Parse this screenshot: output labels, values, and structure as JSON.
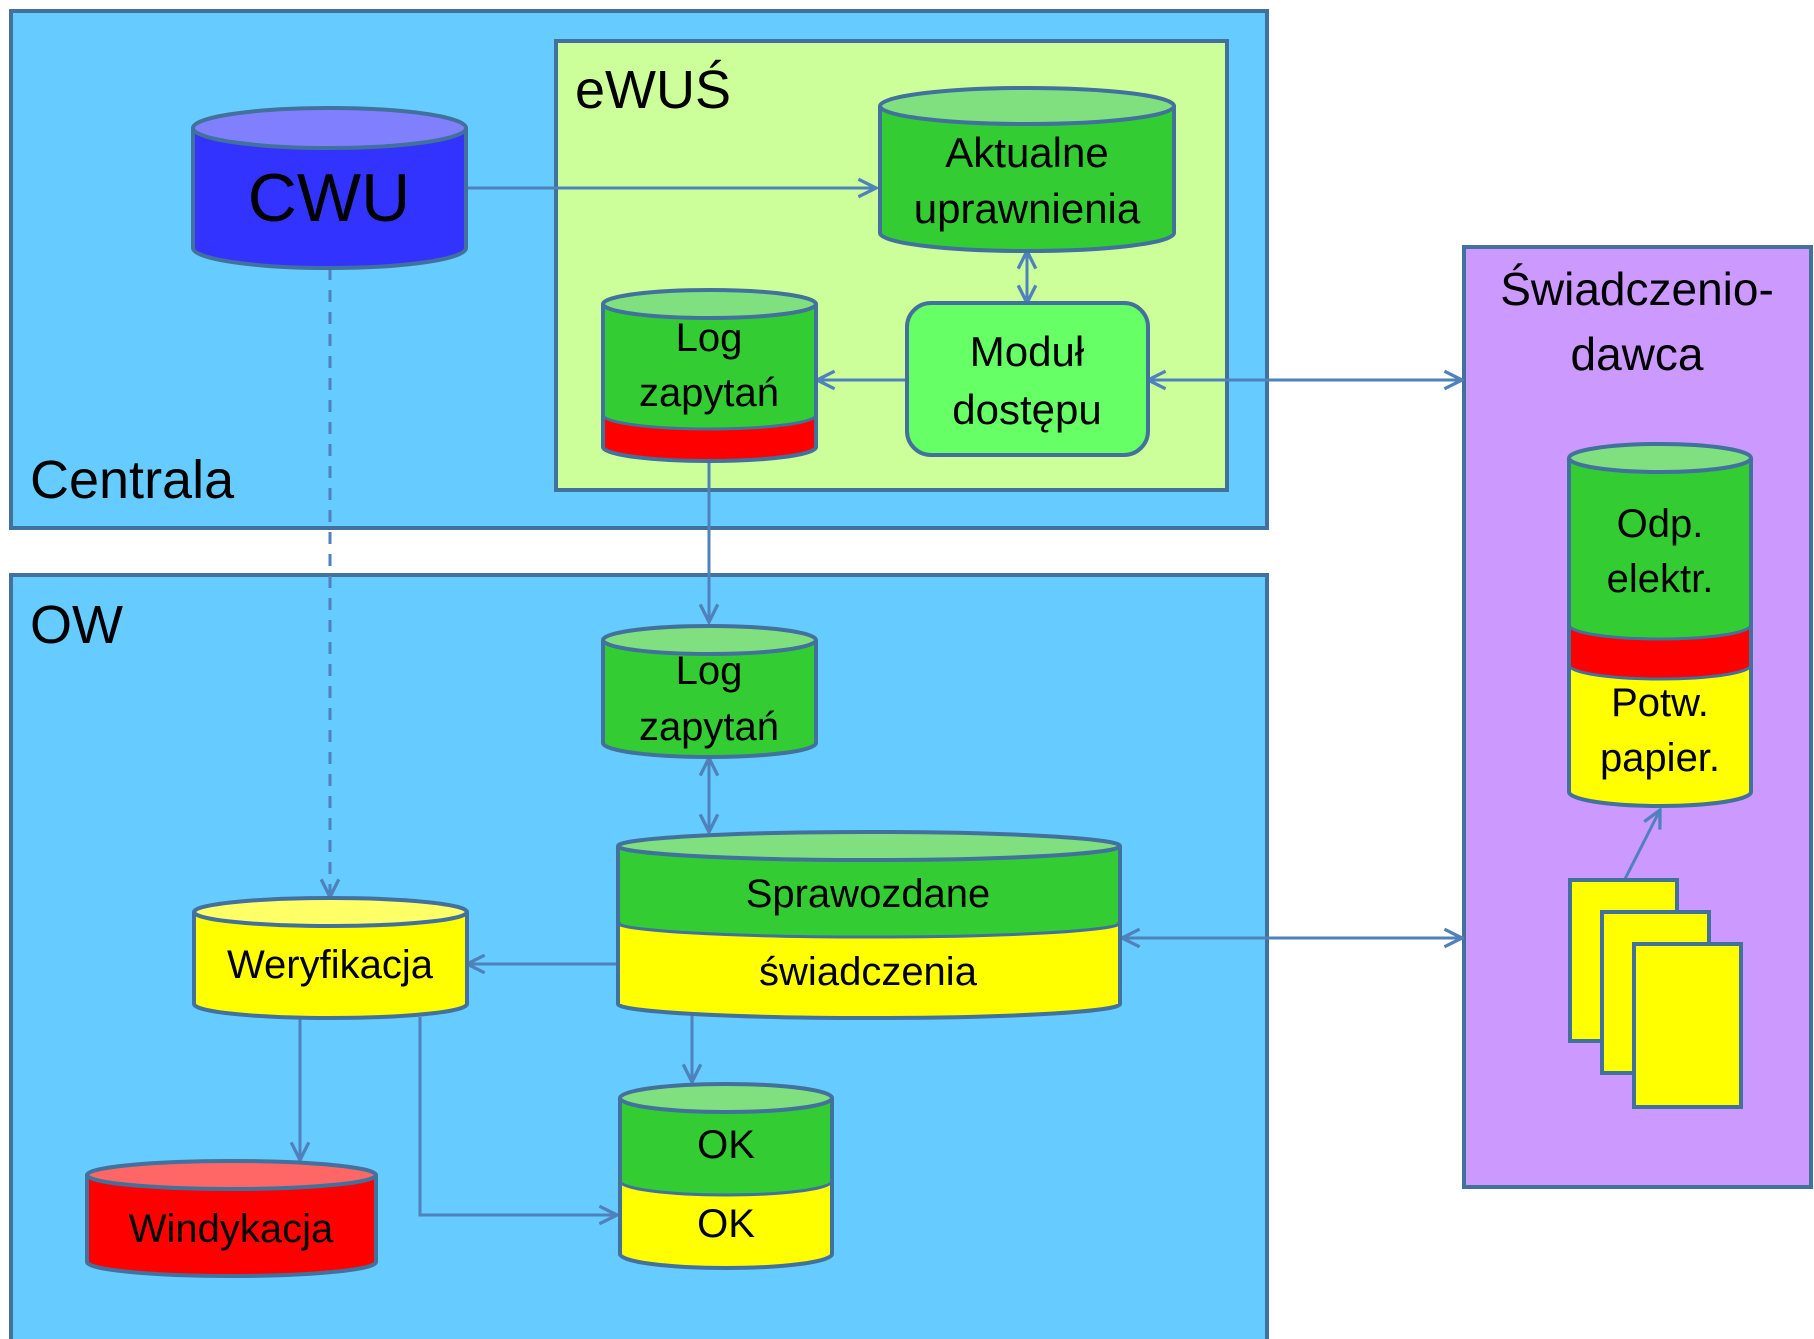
{
  "zones": {
    "centrala": {
      "label": "Centrala"
    },
    "ewus": {
      "label": "eWUŚ"
    },
    "ow": {
      "label": "OW"
    },
    "swiadczeniodawca": {
      "label_line1": "Świadczenio-",
      "label_line2": "dawca"
    }
  },
  "nodes": {
    "cwu": {
      "label": "CWU"
    },
    "aktualne": {
      "line1": "Aktualne",
      "line2": "uprawnienia"
    },
    "modul": {
      "line1": "Moduł",
      "line2": "dostępu"
    },
    "log_central": {
      "line1": "Log",
      "line2": "zapytań"
    },
    "log_ow": {
      "line1": "Log",
      "line2": "zapytań"
    },
    "sprawozdane": {
      "line1": "Sprawozdane",
      "line2": "świadczenia"
    },
    "weryfikacja": {
      "label": "Weryfikacja"
    },
    "windykacja": {
      "label": "Windykacja"
    },
    "ok": {
      "line1": "OK",
      "line2": "OK"
    },
    "odp": {
      "line1": "Odp.",
      "line2": "elektr.",
      "line3": "Potw.",
      "line4": "papier."
    }
  },
  "colors": {
    "zone_blue": "#66ccff",
    "ewus_bg": "#ccff99",
    "provider_bg": "#cc99ff",
    "green": "#33cc33",
    "green_top": "#80e080",
    "yellow": "#ffff00",
    "yellow_top": "#ffff66",
    "red": "#ff0000",
    "red_top": "#ff6666",
    "blue_db": "#3333ff",
    "blue_top": "#8080ff",
    "module_fill": "#66ff66",
    "arrow": "#4f81bd",
    "outline": "#41719c"
  }
}
